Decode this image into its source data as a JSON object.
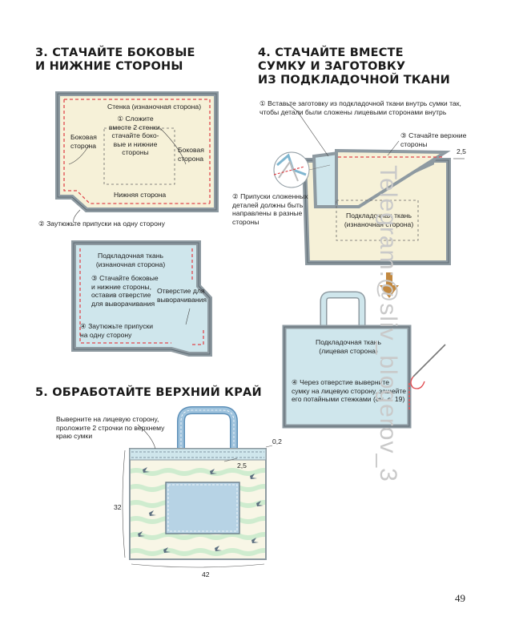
{
  "colors": {
    "cream": "#f6f1d8",
    "light_blue": "#cfe6ec",
    "grey_border": "#8e9aa1",
    "stitch_red": "#e0474c",
    "arrow_brown": "#c2883f",
    "stripe_green": "#d7efd2",
    "pocket_blue": "#b7d3e5",
    "handle_blue": "#9fc3dd"
  },
  "icons": [
    "needle-icon",
    "bird-icon",
    "arrow-down-icon"
  ],
  "step3": {
    "heading_line1": "3. СТАЧАЙТЕ БОКОВЫЕ",
    "heading_line2": "И НИЖНИЕ СТОРОНЫ",
    "outer": {
      "wall_line1": "Стенка (изнаночная сторона)",
      "fold_line1": "① Сложите",
      "fold_line2": "вместе 2 стенки,",
      "fold_line3": "стачайте боко-",
      "fold_line4": "вые и нижние",
      "fold_line5": "стороны",
      "side_left_line1": "Боковая",
      "side_left_line2": "сторона",
      "side_right_line1": "Боковая",
      "side_right_line2": "сторона",
      "bottom": "Нижняя сторона",
      "iron_note": "② Заутюжьте припуски на одну сторону"
    },
    "lining": {
      "title_line1": "Подкладочная ткань",
      "title_line2": "(изнаночная сторона)",
      "sew_line1": "③ Стачайте боковые",
      "sew_line2": "и нижние стороны,",
      "sew_line3": "оставив отверстие",
      "sew_line4": "для выворачивания",
      "opening_line1": "Отверстие для",
      "opening_line2": "выворачивания",
      "iron_line1": "④ Заутюжьте припуски",
      "iron_line2": "на одну сторону"
    }
  },
  "step4": {
    "heading_line1": "4. СТАЧАЙТЕ ВМЕСТЕ",
    "heading_line2": "СУМКУ И ЗАГОТОВКУ",
    "heading_line3": "ИЗ ПОДКЛАДОЧНОЙ ТКАНИ",
    "insert_line1": "① Вставьте заготовку из подкладочной ткани внутрь сумки так,",
    "insert_line2": "чтобы детали были сложены лицевыми сторонами внутрь",
    "sew_top_line1": "③ Стачайте верхние",
    "sew_top_line2": "стороны",
    "measure": "2,5",
    "allow_line1": "② Припуски сложенных",
    "allow_line2": "деталей должны быть",
    "allow_line3": "направлены в разные",
    "allow_line4": "стороны",
    "lining_line1": "Подкладочная ткань",
    "lining_line2": "(изнаночная сторона)",
    "face_line1": "Подкладочная ткань",
    "face_line2": "(лицевая сторона)",
    "turn_line1": "④ Через отверстие выверните",
    "turn_line2": "сумку на лицевую сторону, зашейте",
    "turn_line3": "его потайными стежками (см. с. 19)"
  },
  "step5": {
    "heading": "5. ОБРАБОТАЙТЕ ВЕРХНИЙ КРАЙ",
    "note_line1": "Выверните на лицевую сторону,",
    "note_line2": "проложите 2 строчки по верхнему",
    "note_line3": "краю сумки",
    "dim_top": "0,2",
    "dim_mid": "2,5",
    "height": "32",
    "width": "42"
  },
  "page_number": "49",
  "watermark": "Telegram:@sliv_blogerov_3"
}
